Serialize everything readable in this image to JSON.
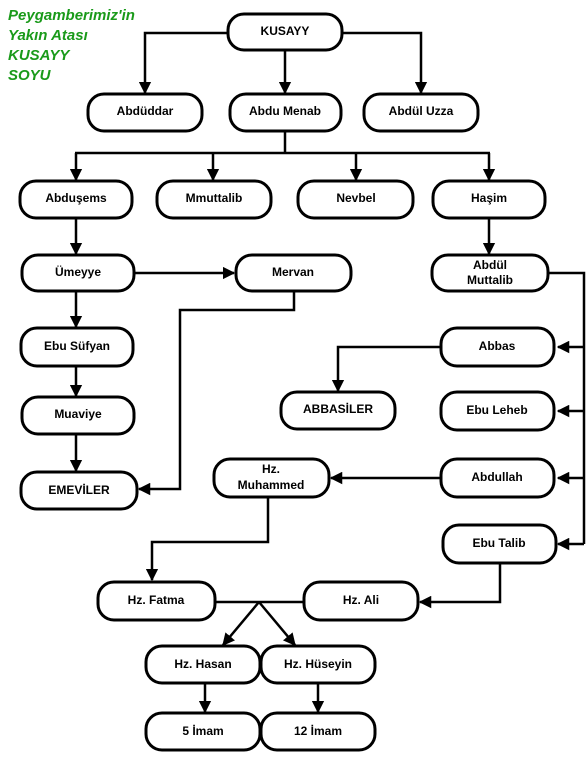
{
  "title": {
    "line1": "Peygamberimiz'in",
    "line2": "Yakın Atası",
    "line3": "KUSAYY",
    "line4": "SOYU"
  },
  "nodes": {
    "kusayy": "KUSAYY",
    "abduddar": "Abdüddar",
    "abdu_menab": "Abdu Menab",
    "abdul_uzza": "Abdül Uzza",
    "abdusems": "Abduşems",
    "mmuttalib": "Mmuttalib",
    "nevbel": "Nevbel",
    "hasim": "Haşim",
    "umeyye": "Ümeyye",
    "mervan": "Mervan",
    "abdul_muttalib": [
      "Abdül",
      "Muttalib"
    ],
    "ebu_sufyan": "Ebu Süfyan",
    "abbas": "Abbas",
    "abbasiler": "ABBASİLER",
    "muaviye": "Muaviye",
    "ebu_leheb": "Ebu Leheb",
    "emeviler": "EMEVİLER",
    "hz_muhammed": [
      "Hz.",
      "Muhammed"
    ],
    "abdullah": "Abdullah",
    "ebu_talib": "Ebu Talib",
    "hz_fatma": "Hz. Fatma",
    "hz_ali": "Hz. Ali",
    "hz_hasan": "Hz. Hasan",
    "hz_huseyin": "Hz. Hüseyin",
    "imam5": "5 İmam",
    "imam12": "12 İmam"
  }
}
